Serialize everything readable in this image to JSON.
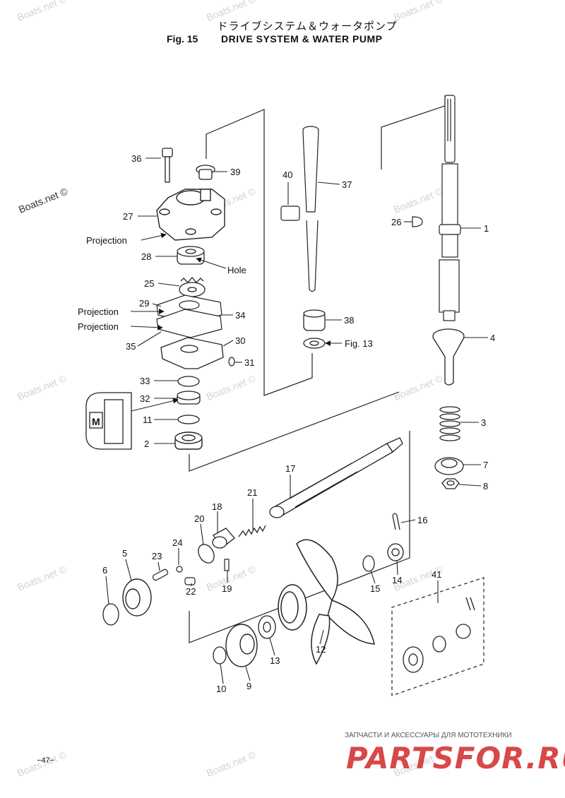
{
  "header": {
    "title_jp": "ドライブシステム＆ウォータポンプ",
    "fig_label": "Fig. 15",
    "title": "DRIVE SYSTEM & WATER PUMP"
  },
  "watermark": "Boats.net ©",
  "callouts": {
    "p1": "1",
    "p2": "2",
    "p3": "3",
    "p4": "4",
    "p5": "5",
    "p6": "6",
    "p7": "7",
    "p8": "8",
    "p9": "9",
    "p10": "10",
    "p11": "11",
    "p12": "12",
    "p13": "13",
    "p14": "14",
    "p15": "15",
    "p16": "16",
    "p17": "17",
    "p18": "18",
    "p19": "19",
    "p20": "20",
    "p21": "21",
    "p22": "22",
    "p23": "23",
    "p24": "24",
    "p25": "25",
    "p26": "26",
    "p27": "27",
    "p28": "28",
    "p29": "29",
    "p30": "30",
    "p31": "31",
    "p32": "32",
    "p33": "33",
    "p34": "34",
    "p35": "35",
    "p36": "36",
    "p37": "37",
    "p38": "38",
    "p39": "39",
    "p40": "40",
    "p41": "41"
  },
  "annotations": {
    "projection": "Projection",
    "hole": "Hole",
    "fig13": "Fig. 13"
  },
  "footer": {
    "tagline": "ЗАПЧАСТИ И АКСЕССУАРЫ ДЛЯ МОТОТЕХНИКИ",
    "brand": "PARTSFOR.RU",
    "page_number": "−47−"
  }
}
